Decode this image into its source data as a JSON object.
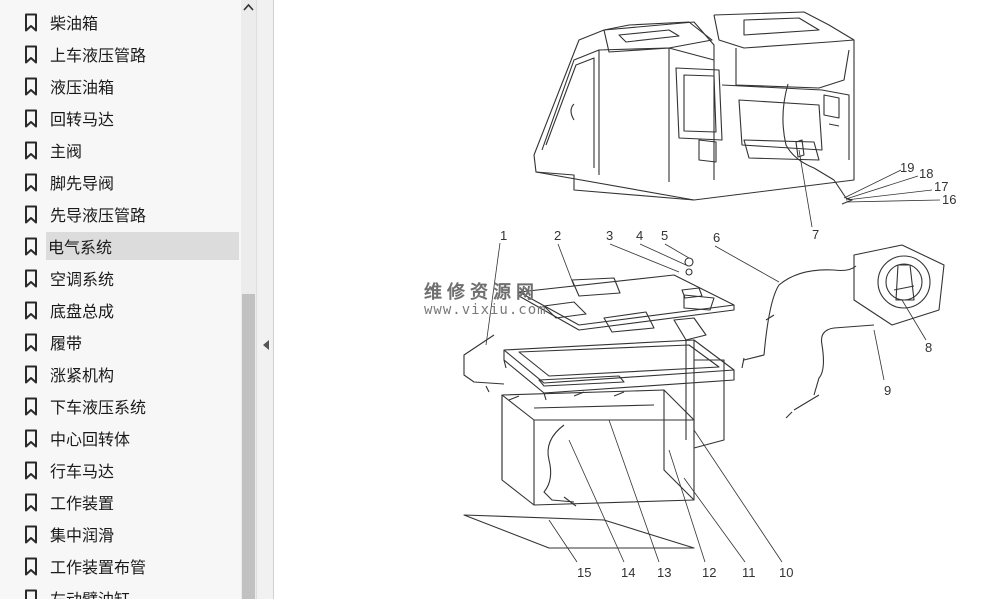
{
  "sidebar": {
    "items": [
      {
        "label": "柴油箱"
      },
      {
        "label": "上车液压管路"
      },
      {
        "label": "液压油箱"
      },
      {
        "label": "回转马达"
      },
      {
        "label": "主阀"
      },
      {
        "label": "脚先导阀"
      },
      {
        "label": "先导液压管路"
      },
      {
        "label": "电气系统",
        "selected": true
      },
      {
        "label": "空调系统"
      },
      {
        "label": "底盘总成"
      },
      {
        "label": "履带"
      },
      {
        "label": "涨紧机构"
      },
      {
        "label": "下车液压系统"
      },
      {
        "label": "中心回转体"
      },
      {
        "label": "行车马达"
      },
      {
        "label": "工作装置"
      },
      {
        "label": "集中润滑"
      },
      {
        "label": "工作装置布管"
      },
      {
        "label": "左动臂油缸"
      }
    ],
    "icon": "bookmark-icon"
  },
  "watermark": {
    "cn": "维修资源网",
    "url": "www.vixiu.com"
  },
  "diagram": {
    "callouts": [
      "1",
      "2",
      "3",
      "4",
      "5",
      "6",
      "7",
      "8",
      "9",
      "10",
      "11",
      "12",
      "13",
      "14",
      "15",
      "16",
      "17",
      "18",
      "19"
    ]
  },
  "colors": {
    "sidebar_bg": "#f7f7f7",
    "selected_bg": "#dcdcdc",
    "scroll_thumb": "#c1c1c1",
    "line": "#333333"
  }
}
